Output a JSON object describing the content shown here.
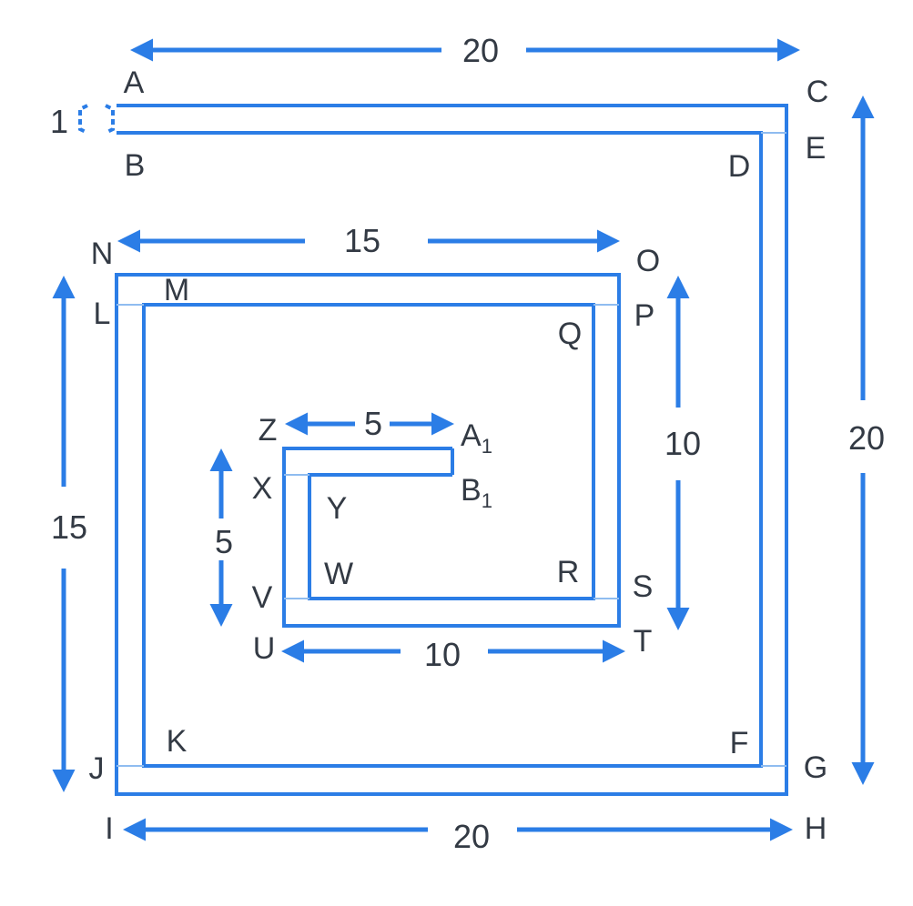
{
  "dimensions": {
    "top_width": "20",
    "right_height": "20",
    "bottom_width": "20",
    "gap": "1",
    "middle_width": "15",
    "middle_left_height": "15",
    "middle_right_height": "10",
    "inner_bottom_width": "10",
    "inner_top_width": "5",
    "inner_left_height": "5"
  },
  "points": {
    "A": "A",
    "B": "B",
    "C": "C",
    "D": "D",
    "E": "E",
    "F": "F",
    "G": "G",
    "H": "H",
    "I": "I",
    "J": "J",
    "K": "K",
    "L": "L",
    "M": "M",
    "N": "N",
    "O": "O",
    "P": "P",
    "Q": "Q",
    "R": "R",
    "S": "S",
    "T": "T",
    "U": "U",
    "V": "V",
    "W": "W",
    "X": "X",
    "Y": "Y",
    "Z": "Z",
    "A1_letter": "A",
    "A1_sub": "1",
    "B1_letter": "B",
    "B1_sub": "1"
  },
  "colors": {
    "line": "#2b7de6",
    "text": "#333a44"
  }
}
